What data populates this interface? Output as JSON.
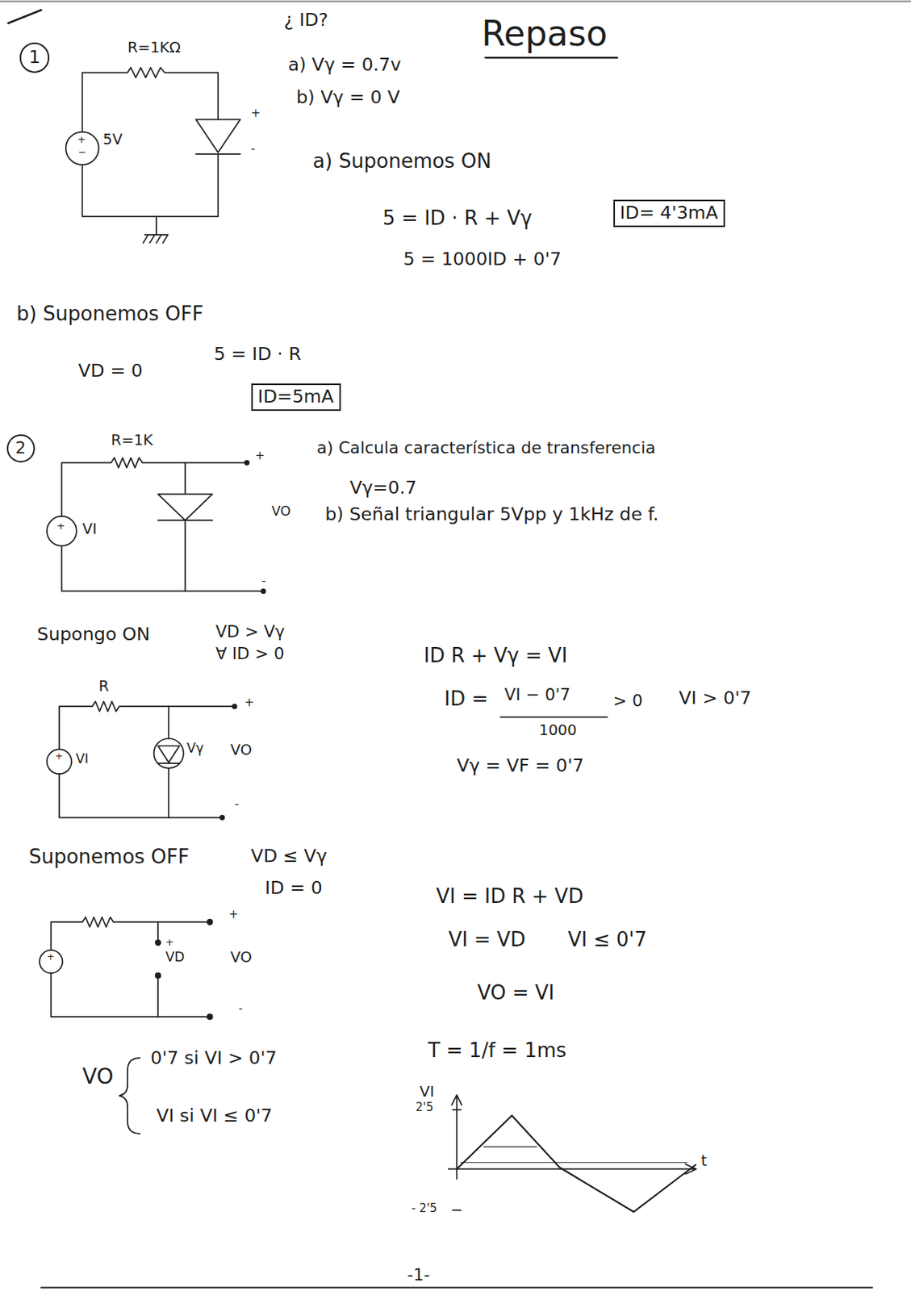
{
  "diagram": {
    "title": "Repaso",
    "nodes": [
      {
        "text": [
          "1"
        ]
      },
      {
        "text": [
          "ID= 4'3mA"
        ]
      },
      {
        "text": [
          "ID=5mA"
        ]
      },
      {
        "text": [
          "2"
        ]
      }
    ],
    "labels": [
      "R=1KΩ",
      "¿ ID?",
      "a) Vγ = 0.7v",
      "b) Vγ = 0 V",
      "+",
      "−",
      "5V",
      "+",
      "-",
      "a) Suponemos ON",
      "5 = ID · R + Vγ",
      "5 = 1000ID + 0'7",
      "b) Suponemos OFF",
      "VD = 0",
      "5 = ID · R",
      "R=1K",
      "+",
      "VO",
      "+",
      "VI",
      "-",
      "a) Calcula característica de transferencia",
      "Vγ=0.7",
      "b) Señal triangular 5Vpp y 1kHz de f.",
      "Supongo ON",
      "VD > Vγ",
      "∀ ID > 0",
      "R",
      "+",
      "+",
      "VI",
      "Vγ",
      "VO",
      "-",
      "ID R + Vγ = VI",
      "ID =",
      "VI − 0'7",
      "1000",
      "> 0",
      "VI > 0'7",
      "Vγ = VF = 0'7",
      "Suponemos OFF",
      "VD ≤ Vγ",
      "ID = 0",
      "+",
      "+",
      "+",
      "VD",
      "VO",
      "-",
      "VI = ID R + VD",
      "VI = VD",
      "VI ≤ 0'7",
      "VO = VI",
      "VO",
      "0'7 si VI > 0'7",
      "VI si VI ≤ 0'7",
      "T = 1/f = 1ms",
      "VI",
      "2'5",
      "- 2'5",
      "t",
      "-1-"
    ]
  }
}
